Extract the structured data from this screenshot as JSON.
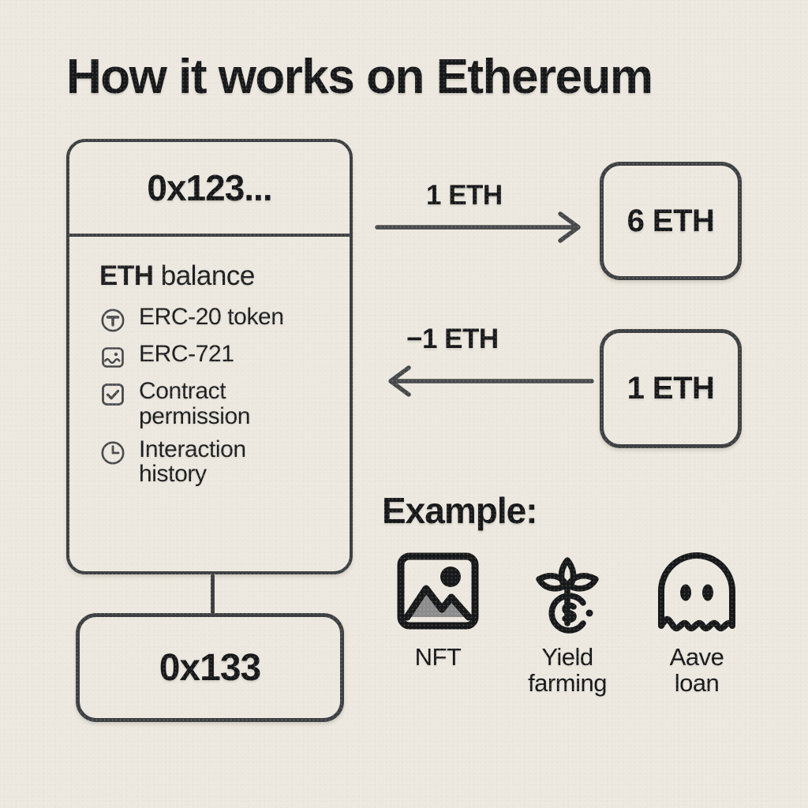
{
  "theme": {
    "background": "#ece8df",
    "ink": "#17181a",
    "stroke": "#3d4042",
    "icon_stroke": "#46484a",
    "nft_fill": "#8c8c8c"
  },
  "title": "How it works on Ethereum",
  "account_card": {
    "address": "0x123...",
    "balance_heading_strong": "ETH",
    "balance_heading_rest": " balance",
    "attributes": [
      {
        "icon": "token-circle-icon",
        "label": "ERC-20 token"
      },
      {
        "icon": "image-icon",
        "label": "ERC-721"
      },
      {
        "icon": "checkbox-checked-icon",
        "label": "Contract\npermission"
      },
      {
        "icon": "clock-icon",
        "label": "Interaction\nhistory"
      }
    ]
  },
  "linked_address": {
    "label": "0x133"
  },
  "flows": [
    {
      "label": "1 ETH",
      "direction": "right",
      "arrow_icon": "arrow-right-icon",
      "target_amount": "6 ETH"
    },
    {
      "label": "−1 ETH",
      "direction": "left",
      "arrow_icon": "arrow-left-icon",
      "target_amount": "1 ETH"
    }
  ],
  "examples": {
    "heading": "Example:",
    "items": [
      {
        "icon": "nft-image-icon",
        "label": "NFT"
      },
      {
        "icon": "sprout-coin-icon",
        "label": "Yield\nfarming"
      },
      {
        "icon": "ghost-icon",
        "label": "Aave\nloan"
      }
    ]
  }
}
